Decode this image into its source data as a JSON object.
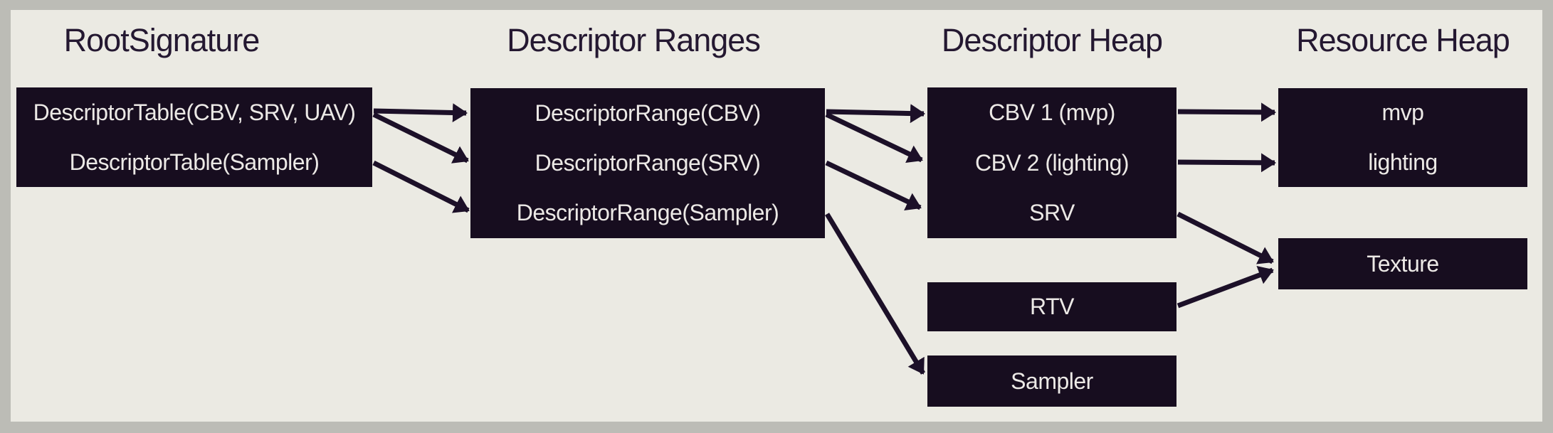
{
  "diagram": {
    "columns": [
      {
        "title": "RootSignature",
        "boxes": [
          {
            "name": "root-signature-table",
            "items": [
              "DescriptorTable(CBV, SRV, UAV)",
              "DescriptorTable(Sampler)"
            ]
          }
        ]
      },
      {
        "title": "Descriptor Ranges",
        "boxes": [
          {
            "name": "descriptor-ranges",
            "items": [
              "DescriptorRange(CBV)",
              "DescriptorRange(SRV)",
              "DescriptorRange(Sampler)"
            ]
          }
        ]
      },
      {
        "title": "Descriptor Heap",
        "boxes": [
          {
            "name": "cbv-srv-descriptors",
            "items": [
              "CBV 1 (mvp)",
              "CBV 2 (lighting)",
              "SRV"
            ]
          },
          {
            "name": "rtv-descriptor",
            "items": [
              "RTV"
            ]
          },
          {
            "name": "sampler-descriptor",
            "items": [
              "Sampler"
            ]
          }
        ]
      },
      {
        "title": "Resource Heap",
        "boxes": [
          {
            "name": "buffer-resources",
            "items": [
              "mvp",
              "lighting"
            ]
          },
          {
            "name": "texture-resource",
            "items": [
              "Texture"
            ]
          }
        ]
      }
    ],
    "connections": [
      {
        "from": "DescriptorTable(CBV, SRV, UAV)",
        "to": "DescriptorRange(CBV)"
      },
      {
        "from": "DescriptorTable(CBV, SRV, UAV)",
        "to": "DescriptorRange(SRV)"
      },
      {
        "from": "DescriptorTable(Sampler)",
        "to": "DescriptorRange(Sampler)"
      },
      {
        "from": "DescriptorRange(CBV)",
        "to": "CBV 1 (mvp)"
      },
      {
        "from": "DescriptorRange(CBV)",
        "to": "CBV 2 (lighting)"
      },
      {
        "from": "DescriptorRange(SRV)",
        "to": "SRV"
      },
      {
        "from": "DescriptorRange(Sampler)",
        "to": "Sampler"
      },
      {
        "from": "CBV 1 (mvp)",
        "to": "mvp"
      },
      {
        "from": "CBV 2 (lighting)",
        "to": "lighting"
      },
      {
        "from": "SRV",
        "to": "Texture"
      },
      {
        "from": "RTV",
        "to": "Texture"
      }
    ],
    "colors": {
      "frame_border": "#bcbcb6",
      "canvas_background": "#ebeae3",
      "node_background": "#170d1f",
      "node_text": "#ece9e6",
      "title_text": "#241831",
      "arrow": "#1c1028"
    }
  }
}
